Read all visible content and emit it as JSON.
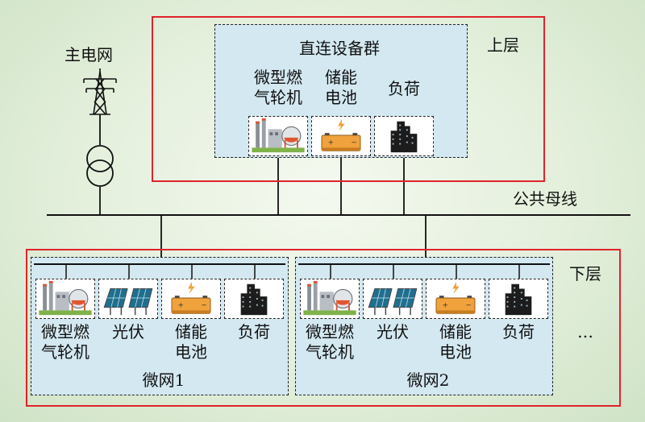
{
  "grid_label": "主电网",
  "upper": {
    "layer_label": "上层",
    "group_title": "直连设备群",
    "items": [
      {
        "line1": "微型燃",
        "line2": "气轮机",
        "icon": "gas-turbine-icon"
      },
      {
        "line1": "储能",
        "line2": "电池",
        "icon": "battery-icon"
      },
      {
        "line1": "负荷",
        "line2": "",
        "icon": "building-load-icon"
      }
    ]
  },
  "bus_label": "公共母线",
  "lower": {
    "layer_label": "下层",
    "ellipsis": "…",
    "microgrids": [
      {
        "name": "微网1",
        "items": [
          {
            "line1": "微型燃",
            "line2": "气轮机",
            "icon": "gas-turbine-icon"
          },
          {
            "line1": "光伏",
            "line2": "",
            "icon": "solar-panel-icon"
          },
          {
            "line1": "储能",
            "line2": "电池",
            "icon": "battery-icon"
          },
          {
            "line1": "负荷",
            "line2": "",
            "icon": "building-load-icon"
          }
        ]
      },
      {
        "name": "微网2",
        "items": [
          {
            "line1": "微型燃",
            "line2": "气轮机",
            "icon": "gas-turbine-icon"
          },
          {
            "line1": "光伏",
            "line2": "",
            "icon": "solar-panel-icon"
          },
          {
            "line1": "储能",
            "line2": "电池",
            "icon": "battery-icon"
          },
          {
            "line1": "负荷",
            "line2": "",
            "icon": "building-load-icon"
          }
        ]
      }
    ]
  },
  "colors": {
    "highlight": "#e0232a",
    "panel": "#d3e8f1",
    "battery": "#f0a23c"
  }
}
